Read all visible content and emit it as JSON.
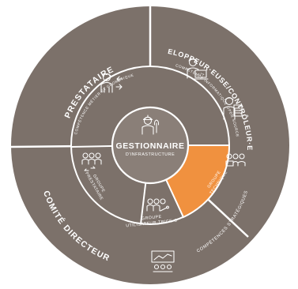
{
  "colors": {
    "outer_ring": "#7c716a",
    "inner_ring": "#7c716a",
    "center": "#8a7f78",
    "highlight": "#f0913f",
    "divider": "#ffffff"
  },
  "center": {
    "title": "GESTIONNAIRE",
    "subtitle": "D'INFRASTRUCTURE",
    "icon": "engineer-wrench-icon"
  },
  "outer": {
    "prestataire": {
      "title": "PRESTATAIRE",
      "subtitle": "COMPÉTENCE MÉTIER ET GÉOMATIQUE",
      "icon": "person-arrows-icon"
    },
    "developpeur": {
      "title": "DÉVELOPPEUR·EUSE/CONTRÔLEUR·EUSE",
      "subtitle": "COMPÉTENCE INFORMATIQUE OPEN SOURCE",
      "icons": [
        "developer-laptop-icon",
        "person-document-icon"
      ]
    },
    "comite": {
      "title": "COMITÉ DIRECTEUR",
      "icon": "presentation-board-icon"
    },
    "strategiques": {
      "title": "COMPÉTENCES STRATÉGIQUES"
    }
  },
  "inner": {
    "groupe_prestataire": {
      "line1": "GROUPE",
      "line2": "PRESTATAIRE",
      "icon": "group-arrows-icon"
    },
    "groupe_utilisateur": {
      "line1": "GROUPE",
      "line2": "UTILISATEUR·TRICE·S",
      "icon": "group-tools-icon"
    },
    "groupe_technique": {
      "line1": "GROUPE",
      "line2": "TECHNIQUE",
      "icon": "group-computer-icon"
    }
  }
}
